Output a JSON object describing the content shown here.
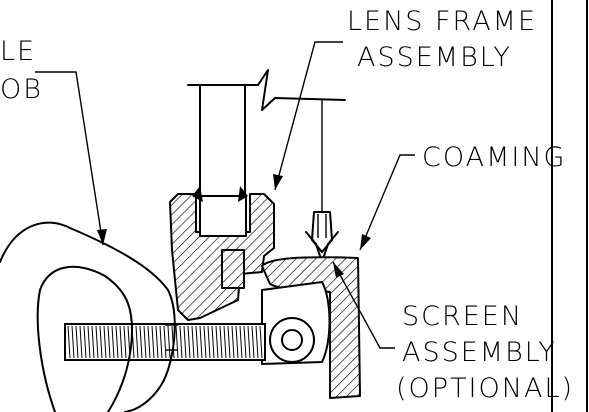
{
  "labels": {
    "knob_partial_line1": "LE",
    "knob_partial_line2": "OB",
    "lens_frame_line1": "LENS FRAME",
    "lens_frame_line2": "ASSEMBLY",
    "coaming": "COAMING",
    "screen_line1": "SCREEN",
    "screen_line2": "ASSEMBLY",
    "screen_line3": "(OPTIONAL)"
  }
}
